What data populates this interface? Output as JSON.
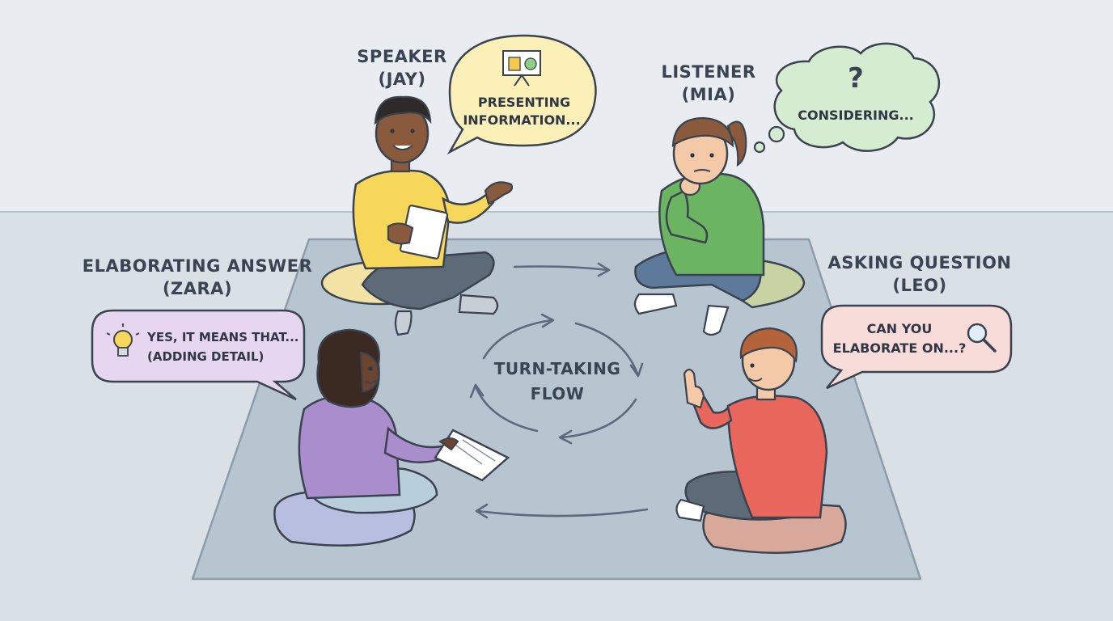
{
  "roles": {
    "speaker": {
      "title": "SPEAKER",
      "name": "(JAY)",
      "bubble_line1": "PRESENTING",
      "bubble_line2": "INFORMATION...",
      "icon": "presentation-board-icon"
    },
    "listener": {
      "title": "LISTENER",
      "name": "(MIA)",
      "bubble_line1": "CONSIDERING...",
      "icon": "question-mark-icon"
    },
    "elaborator": {
      "title": "ELABORATING ANSWER",
      "name": "(ZARA)",
      "bubble_line1": "YES, IT MEANS THAT...",
      "bubble_line2": "(ADDING DETAIL)",
      "icon": "lightbulb-icon"
    },
    "questioner": {
      "title": "ASKING QUESTION",
      "name": "(LEO)",
      "bubble_line1": "CAN YOU",
      "bubble_line2": "ELABORATE ON...?",
      "icon": "magnifying-glass-icon"
    }
  },
  "center": {
    "line1": "TURN-TAKING",
    "line2": "FLOW"
  },
  "colors": {
    "wall": "#e9edf1",
    "floor": "#d8dfe5",
    "rug": "#b6c5d1",
    "speaker_bubble": "#fbf1b8",
    "listener_bubble": "#d6ecd0",
    "elaborator_bubble": "#e6d6ef",
    "questioner_bubble": "#f7dcd9",
    "jay_shirt": "#f7d75a",
    "mia_hoodie": "#6bb562",
    "zara_sweater": "#a98dcc",
    "leo_shirt": "#e8665b"
  }
}
